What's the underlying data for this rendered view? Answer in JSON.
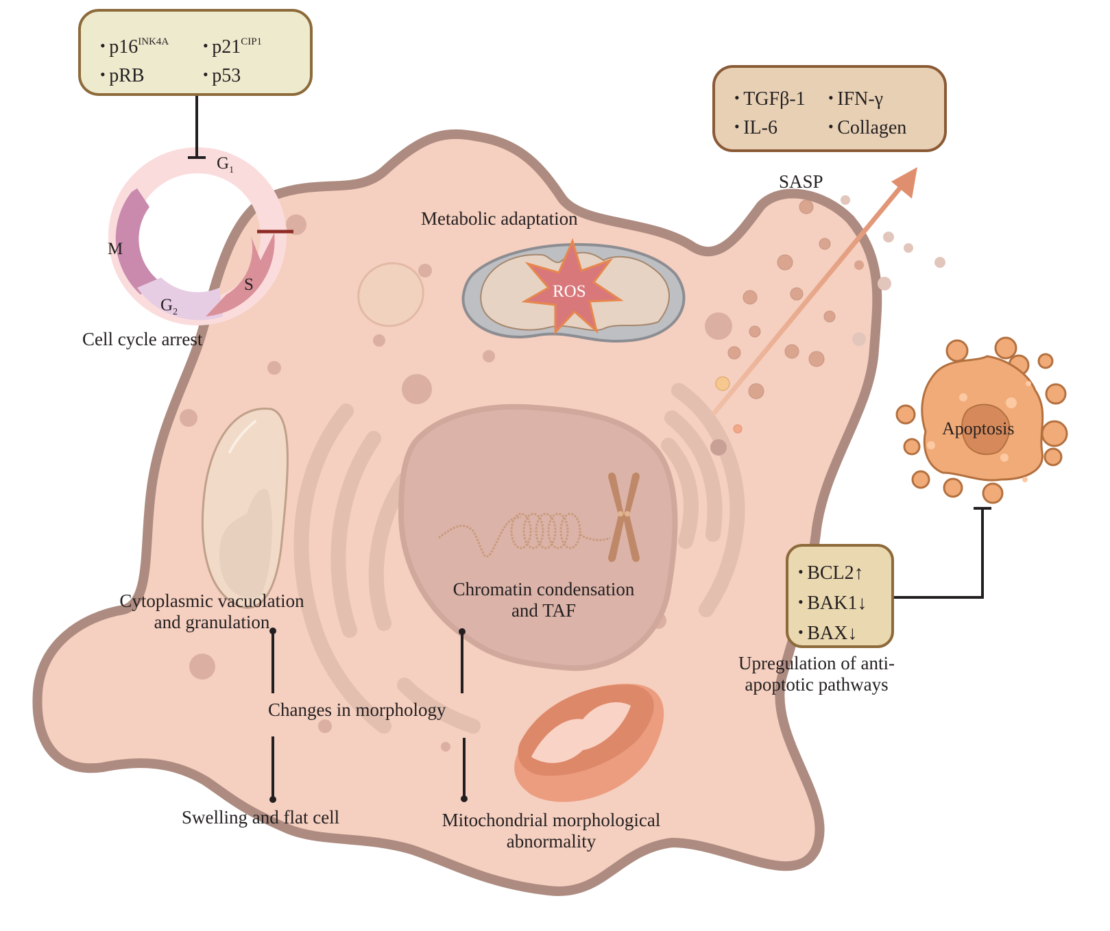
{
  "figure": {
    "top_left_box": {
      "items": [
        {
          "base": "p16",
          "sup": "INK4A"
        },
        {
          "base": "p21",
          "sup": "CIP1"
        },
        {
          "base": "pRB",
          "sup": ""
        },
        {
          "base": "p53",
          "sup": ""
        }
      ]
    },
    "cell_cycle": {
      "phases": [
        {
          "base": "G",
          "sub": "1"
        },
        {
          "base": "S",
          "sub": ""
        },
        {
          "base": "G",
          "sub": "2"
        },
        {
          "base": "M",
          "sub": ""
        }
      ],
      "caption": "Cell cycle arrest"
    },
    "sasp_box": {
      "items": [
        "TGFβ-1",
        "IFN-γ",
        "IL-6",
        "Collagen"
      ]
    },
    "labels": {
      "sasp": "SASP",
      "metabolic": "Metabolic adaptation",
      "ros": "ROS",
      "apoptosis": "Apoptosis",
      "chromatin_line1": "Chromatin condensation",
      "chromatin_line2": "and TAF",
      "vacuolation_line1": "Cytoplasmic vacuolation",
      "vacuolation_line2": "and granulation",
      "morphology": "Changes in morphology",
      "swelling": "Swelling and flat cell",
      "mito_line1": "Mitochondrial morphological",
      "mito_line2": "abnormality",
      "antiapop_line1": "Upregulation of anti-",
      "antiapop_line2": "apoptotic pathways"
    },
    "antiapoptotic_box": {
      "items": [
        "BCL2↑",
        "BAK1↓",
        "BAX↓"
      ]
    },
    "colors": {
      "cell_fill": "#f5cfbf",
      "cell_outline": "#ad8b80",
      "nucleus": "#dbb3a8",
      "box_border": "#8c6a3a",
      "top_box_fill": "#eeeace",
      "sasp_box_fill": "#e8d0b5",
      "anti_box_fill": "#ead8b0",
      "arrow": "#df8f6e",
      "apoptosis_fill": "#f1ab78",
      "apoptosis_outline": "#b3703f"
    }
  }
}
